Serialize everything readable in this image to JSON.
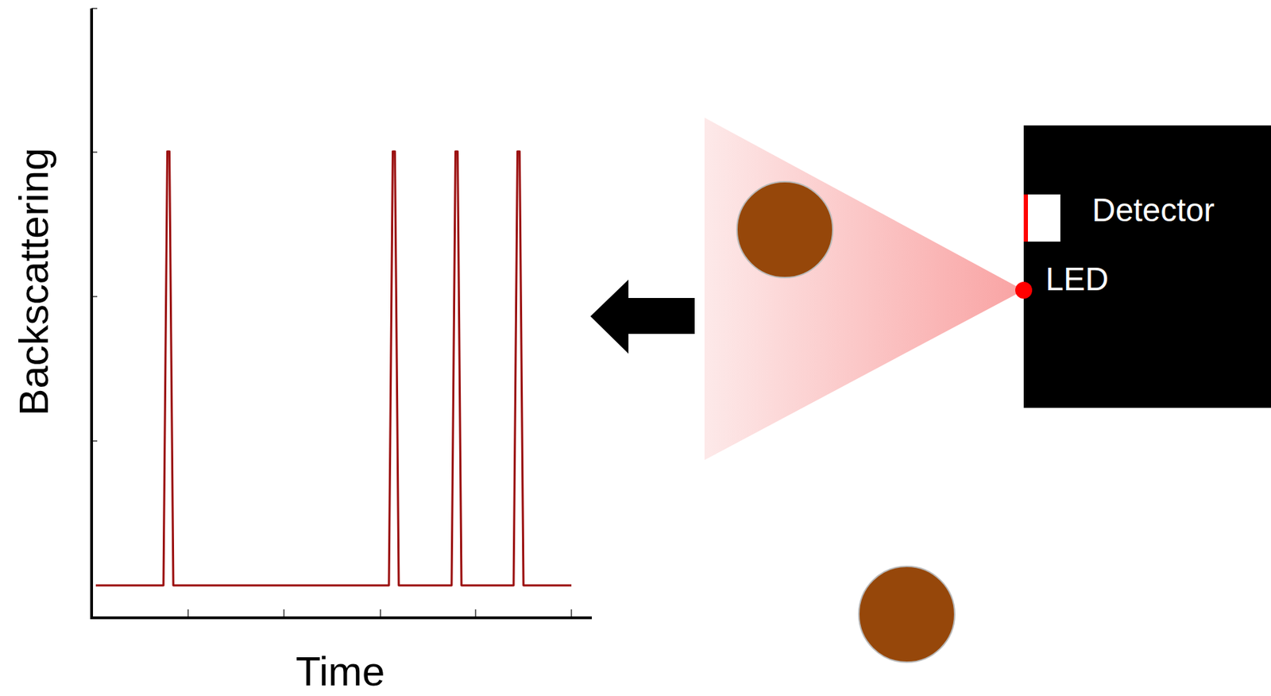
{
  "diagram": {
    "nodes": [
      {
        "text": [
          "Detector",
          "LED"
        ]
      }
    ],
    "labels": [
      "Backscattering",
      "Time"
    ]
  }
}
